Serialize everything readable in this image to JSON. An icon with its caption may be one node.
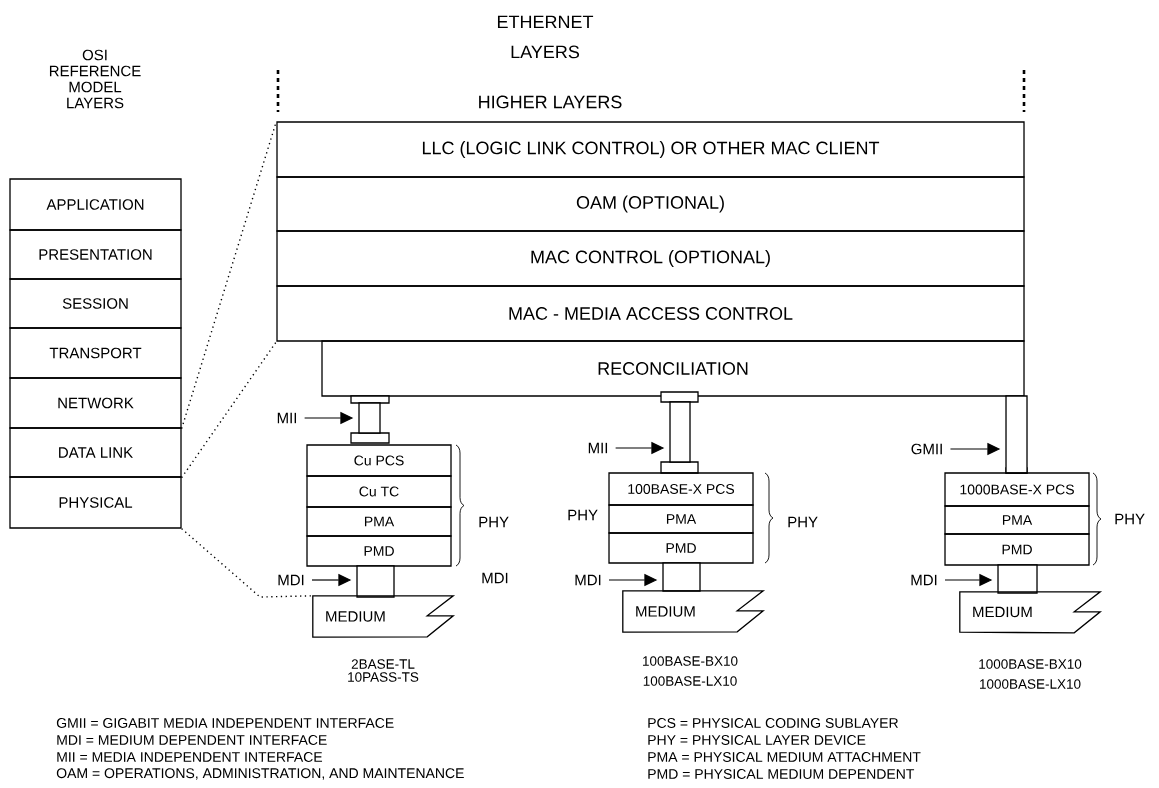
{
  "diagram": {
    "nodes": [
      {
        "text": [
          "APPLICATION"
        ]
      },
      {
        "text": [
          "PRESENTATION"
        ]
      },
      {
        "text": [
          "SESSION"
        ]
      },
      {
        "text": [
          "TRANSPORT"
        ]
      },
      {
        "text": [
          "NETWORK"
        ]
      },
      {
        "text": [
          "DATA LINK"
        ]
      },
      {
        "text": [
          "PHYSICAL"
        ]
      },
      {
        "text": [
          "LLC (LOGIC LINK CONTROL) OR OTHER MAC CLIENT"
        ]
      },
      {
        "text": [
          "OAM (OPTIONAL)"
        ]
      },
      {
        "text": [
          "MAC CONTROL (OPTIONAL)"
        ]
      },
      {
        "text": [
          "MAC - MEDIA ACCESS CONTROL"
        ]
      },
      {
        "text": [
          "RECONCILIATION"
        ]
      },
      {
        "text": [],
        "shape": "bar"
      },
      {
        "text": [
          "MII"
        ]
      },
      {
        "text": [
          "Cu PCS"
        ]
      },
      {
        "text": [
          "Cu TC"
        ]
      },
      {
        "text": [
          "PMA"
        ]
      },
      {
        "text": [
          "PMD"
        ]
      },
      {
        "text": [],
        "shape": "bar"
      },
      {
        "text": [
          "MDI"
        ]
      },
      {
        "text": [
          "MEDIUM"
        ]
      },
      {
        "text": [],
        "shape": "bar"
      },
      {
        "text": [
          "MII"
        ]
      },
      {
        "text": [
          "100BASE-X PCS"
        ]
      },
      {
        "text": [
          "PMA"
        ]
      },
      {
        "text": [
          "PMD"
        ]
      },
      {
        "text": [],
        "shape": "bar"
      },
      {
        "text": [
          "MDI"
        ]
      },
      {
        "text": [
          "MEDIUM"
        ]
      },
      {
        "text": [],
        "shape": "bar"
      },
      {
        "text": [
          "GMII"
        ]
      },
      {
        "text": [
          "1000BASE-X PCS"
        ]
      },
      {
        "text": [
          "PMA"
        ]
      },
      {
        "text": [
          "PMD"
        ]
      },
      {
        "text": [],
        "shape": "bar"
      },
      {
        "text": [
          "MDI"
        ]
      },
      {
        "text": [
          "MEDIUM"
        ]
      }
    ],
    "edges": [
      {
        "from": 13,
        "to": 12,
        "arrow": "to"
      },
      {
        "from": 19,
        "to": 18,
        "arrow": "to"
      },
      {
        "from": 22,
        "to": 21,
        "arrow": "to"
      },
      {
        "from": 27,
        "to": 26,
        "arrow": "to"
      },
      {
        "from": 30,
        "to": 29,
        "arrow": "to"
      },
      {
        "from": 35,
        "to": 34,
        "arrow": "to"
      },
      {
        "from": 4,
        "to": 7,
        "arrow": "none",
        "style": "dashed"
      },
      {
        "from": 5,
        "to": 10,
        "arrow": "none",
        "style": "dashed"
      },
      {
        "from": 6,
        "to": 20,
        "arrow": "none",
        "style": "dashed"
      }
    ],
    "labels": [
      "OSI REFERENCE MODEL LAYERS",
      "ETHERNET LAYERS",
      "HIGHER LAYERS",
      "PHY",
      "MDI",
      "PHY",
      "PHY",
      "PHY",
      "2BASE-TL",
      "10PASS-TS",
      "100BASE-BX10",
      "100BASE-LX10",
      "1000BASE-BX10",
      "1000BASE-LX10",
      "GMII = GIGABIT MEDIA INDEPENDENT INTERFACE",
      "PCS = PHYSICAL CODING SUBLAYER",
      "MDI = MEDIUM DEPENDENT INTERFACE",
      "PHY = PHYSICAL LAYER DEVICE",
      "MII = MEDIA INDEPENDENT INTERFACE",
      "PMA = PHYSICAL MEDIUM ATTACHMENT",
      "OAM = OPERATIONS, ADMINISTRATION, AND MAINTENANCE",
      "PMD = PHYSICAL MEDIUM DEPENDENT"
    ]
  }
}
